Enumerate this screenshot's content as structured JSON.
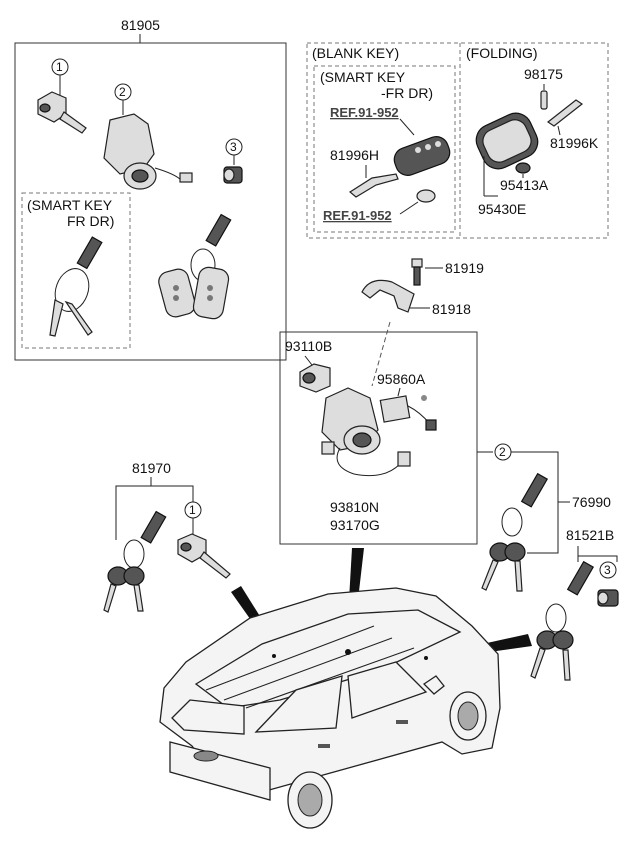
{
  "labels": {
    "p81905": "81905",
    "p81970": "81970",
    "p81919": "81919",
    "p81918": "81918",
    "p93110B": "93110B",
    "p95860A": "95860A",
    "p93810N": "93810N",
    "p93170G": "93170G",
    "p76990": "76990",
    "p81521B": "81521B",
    "p98175": "98175",
    "p81996K": "81996K",
    "p95413A": "95413A",
    "p95430E": "95430E",
    "p81996H": "81996H"
  },
  "captions": {
    "blank_key": "(BLANK KEY)",
    "folding": "(FOLDING)",
    "smart_key_line1": "(SMART KEY",
    "smart_key_line2": "-FR DR)",
    "smart_key_left_line1": "(SMART KEY",
    "smart_key_left_line2": "FR DR)"
  },
  "refs": {
    "ref_top": "REF.91-952",
    "ref_bottom": "REF.91-952"
  },
  "callouts": {
    "c1_top": "1",
    "c2_top": "2",
    "c3_top": "3",
    "c1_mid": "1",
    "c2_mid": "2",
    "c3_bottom": "3"
  }
}
